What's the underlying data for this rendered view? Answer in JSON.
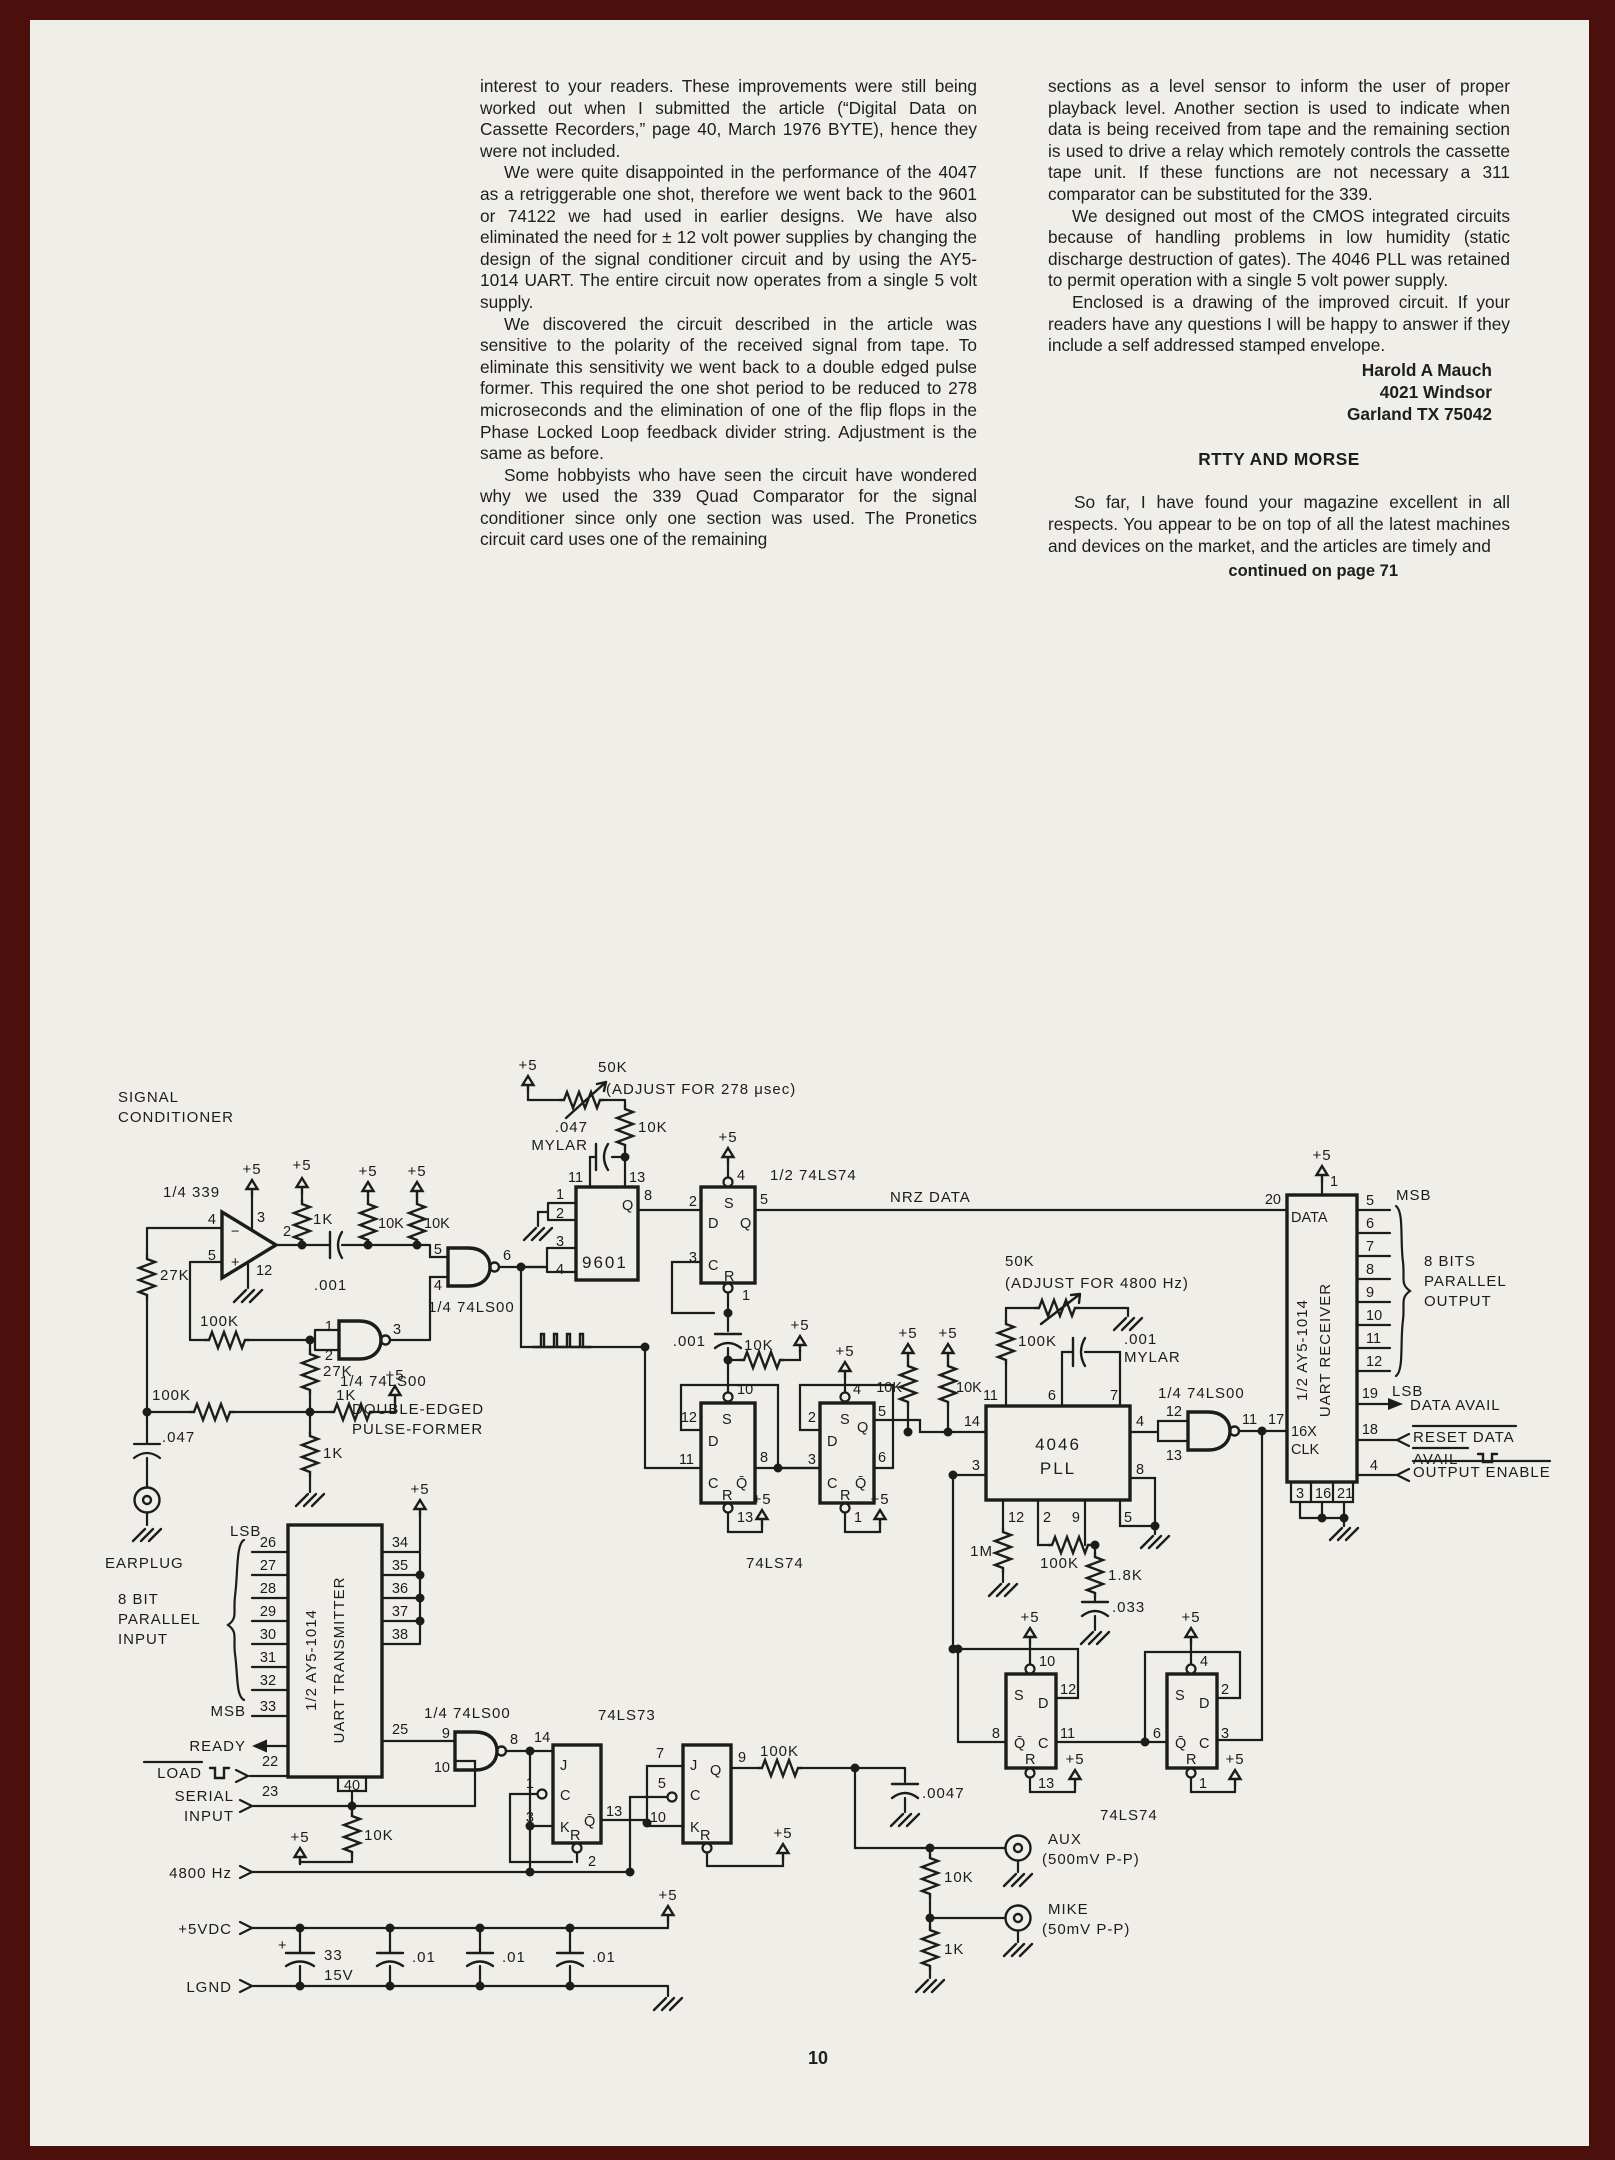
{
  "page": {
    "number": "10"
  },
  "article": {
    "left_column": [
      "interest to your readers. These improvements were still being worked out when I submitted the article (“Digital Data on Cassette Recorders,” page 40, March 1976 BYTE), hence they were not included.",
      "We were quite disappointed in the performance of the 4047 as a retriggerable one shot, therefore we went back to the 9601 or 74122 we had used in earlier designs. We have also eliminated the need for ± 12 volt power supplies by changing the design of the signal conditioner circuit and by using the AY5-1014 UART. The entire circuit now operates from a single 5 volt supply.",
      "We discovered the circuit described in the article was sensitive to the polarity of the received signal from tape. To eliminate this sensitivity we went back to a double edged pulse former. This required the one shot period to be reduced to 278 microseconds and the elimination of one of the flip flops in the Phase Locked Loop feedback divider string. Adjustment is the same as before.",
      "Some hobbyists who have seen the circuit have wondered why we used the 339 Quad Comparator for the signal conditioner since only one section was used. The Pronetics circuit card uses one of the remaining"
    ],
    "right_column": [
      "sections as a level sensor to inform the user of proper playback level. Another section is used to indicate when data is being received from tape and the remaining section is used to drive a relay which remotely controls the cassette tape unit. If these functions are not necessary a 311 comparator can be substituted for the 339.",
      "We designed out most of the CMOS integrated circuits because of handling problems in low humidity (static discharge destruction of gates). The 4046 PLL was retained to permit operation with a single 5 volt power supply.",
      "Enclosed is a drawing of the improved circuit. If your readers have any questions I will be happy to answer if they include a self addressed stamped envelope."
    ],
    "signature": [
      "Harold A Mauch",
      "4021 Windsor",
      "Garland TX 75042"
    ],
    "heading": "RTTY AND MORSE",
    "heading_para": "So far, I have found your magazine excellent in all respects. You appear to be on top of all the latest machines and devices on the market, and the articles are timely and",
    "continued": "continued on page 71"
  },
  "schematic": {
    "labels": {
      "sig1": "SIGNAL",
      "sig2": "CONDITIONER",
      "comp": "1/4 339",
      "ls00": "1/4 74LS00",
      "depf1": "DOUBLE-EDGED",
      "depf2": "PULSE-FORMER",
      "half74": "1/2 74LS74",
      "ls74": "74LS74",
      "ls73": "74LS73",
      "ic9601": "9601",
      "pll1": "4046",
      "pll2": "PLL",
      "nrz": "NRZ DATA",
      "adj278": "(ADJUST FOR 278 μsec)",
      "adj4800": "(ADJUST FOR 4800 Hz)",
      "r27k": "27K",
      "r100k": "100K",
      "r1k": "1K",
      "r10k": "10K",
      "r50k": "50K",
      "r1m": "1M",
      "r1k8": "1.8K",
      "c047": ".047",
      "mylar": "MYLAR",
      "c001": ".001",
      "c0047": ".0047",
      "c033": ".033",
      "c01": ".01",
      "c33": "33",
      "v15": "15V",
      "plus5": "+5",
      "earplug": "EARPLUG",
      "lsb": "LSB",
      "msb": "MSB",
      "in1": "8 BIT",
      "in2": "PARALLEL",
      "in3": "INPUT",
      "out1": "8 BITS",
      "out2": "PARALLEL",
      "out3": "OUTPUT",
      "uart1": "1/2 AY5-1014",
      "tx2": "UART TRANSMITTER",
      "rx2": "UART RECEIVER",
      "data": "DATA",
      "ready": "READY",
      "load": "LOAD",
      "serial1": "SERIAL",
      "serial2": "INPUT",
      "hz": "4800 Hz",
      "vdc": "+5VDC",
      "lgnd": "LGND",
      "davail": "DATA AVAIL",
      "rda1": "RESET DATA",
      "rda2": "AVAIL",
      "oe": "OUTPUT ENABLE",
      "clk1": "16X",
      "clk2": "CLK",
      "aux": "AUX",
      "auxv": "(500mV P-P)",
      "mike": "MIKE",
      "mikev": "(50mV P-P)"
    },
    "pins": {
      "p1": "1",
      "p2": "2",
      "p3": "3",
      "p4": "4",
      "p5": "5",
      "p6": "6",
      "p7": "7",
      "p8": "8",
      "p9": "9",
      "p10": "10",
      "p11": "11",
      "p12": "12",
      "p13": "13",
      "p14": "14",
      "p16": "16",
      "p17": "17",
      "p18": "18",
      "p19": "19",
      "p20": "20",
      "p21": "21",
      "p22": "22",
      "p23": "23",
      "p25": "25",
      "p26": "26",
      "p27": "27",
      "p28": "28",
      "p29": "29",
      "p30": "30",
      "p31": "31",
      "p32": "32",
      "p33": "33",
      "p34": "34",
      "p35": "35",
      "p36": "36",
      "p37": "37",
      "p38": "38",
      "p40": "40"
    },
    "ff": {
      "d": "D",
      "s": "S",
      "q": "Q",
      "qb": "Q̄",
      "c": "C",
      "r": "R",
      "j": "J",
      "k": "K",
      "plus": "+",
      "minus": "−"
    }
  }
}
